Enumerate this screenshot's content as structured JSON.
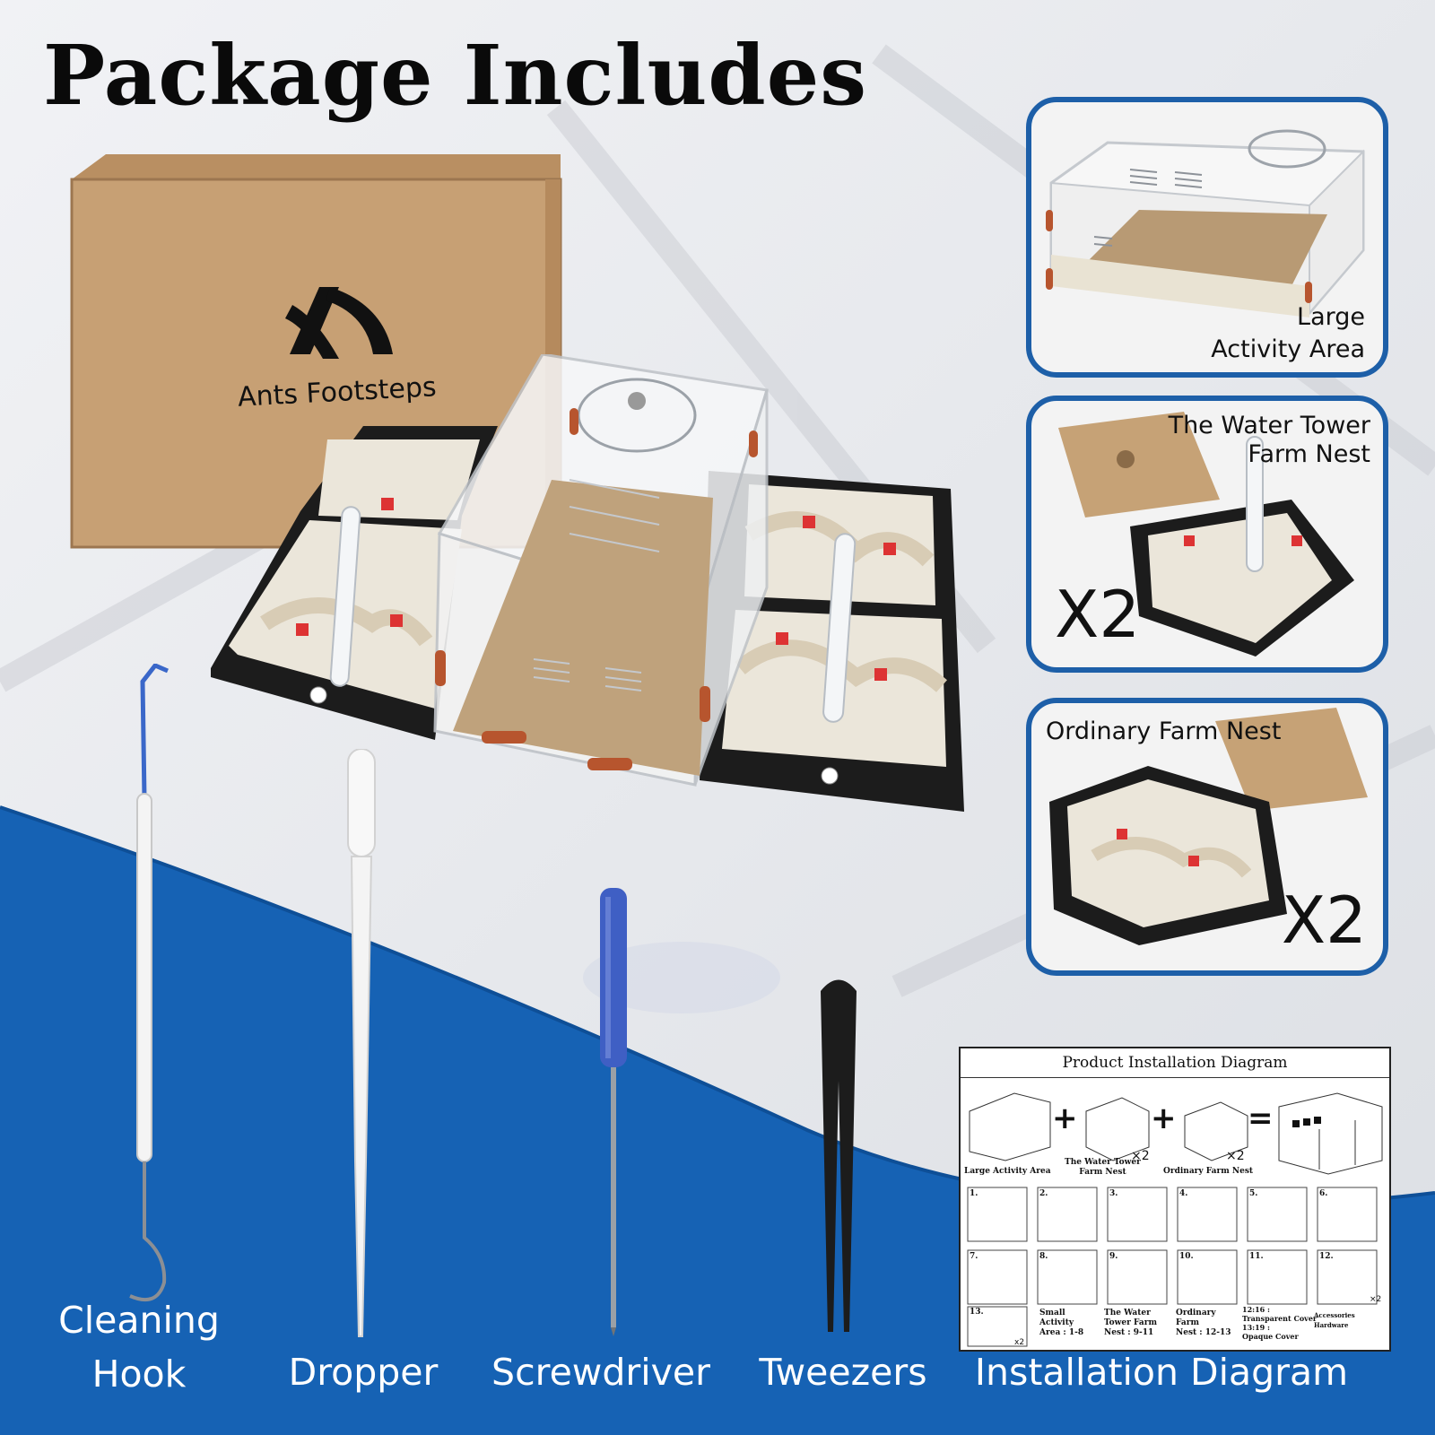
{
  "page": {
    "title": "Package Includes"
  },
  "box": {
    "brand": "Ants Footsteps"
  },
  "panels": [
    {
      "label_lines": [
        "Large",
        "Activity Area"
      ]
    },
    {
      "label_lines": [
        "The Water Tower",
        "Farm Nest"
      ],
      "qty": "X2"
    },
    {
      "label_lines": [
        "Ordinary Farm Nest"
      ],
      "qty": "X2"
    }
  ],
  "tools": [
    {
      "label_lines": [
        "Cleaning",
        "Hook"
      ],
      "icon": "cleaning-hook-icon"
    },
    {
      "label_lines": [
        "Dropper"
      ],
      "icon": "dropper-icon"
    },
    {
      "label_lines": [
        "Screwdriver"
      ],
      "icon": "screwdriver-icon"
    },
    {
      "label_lines": [
        "Tweezers"
      ],
      "icon": "tweezers-icon"
    },
    {
      "label_lines": [
        "Installation Diagram"
      ],
      "icon": "installation-diagram-icon"
    }
  ],
  "diagram": {
    "title": "Product Installation Diagram",
    "part_labels": [
      "Large Activity Area",
      "The Water Tower",
      "Farm Nest",
      "Ordinary Farm Nest"
    ],
    "qty_marks": [
      "×2",
      "×2",
      "×2",
      "x2"
    ],
    "operators": [
      "+",
      "+",
      "="
    ],
    "steps": [
      "1.",
      "2.",
      "3.",
      "4.",
      "5.",
      "6.",
      "7.",
      "8.",
      "9.",
      "10.",
      "11.",
      "12.",
      "13."
    ],
    "legend": [
      [
        "Small",
        "Activity",
        "Area : 1-8"
      ],
      [
        "The Water",
        "Tower Farm",
        "Nest : 9-11"
      ],
      [
        "Ordinary",
        "Farm",
        "Nest : 12-13"
      ]
    ],
    "covers": [
      "12:16 :",
      "Transparent Cover",
      "13:19 :",
      "Opaque Cover"
    ],
    "extras": [
      "Accessories",
      "Hardware"
    ]
  },
  "colors": {
    "accent_blue": "#1d5fa8",
    "cardboard": "#c9a47a",
    "nest_black": "#1c1c1c"
  }
}
